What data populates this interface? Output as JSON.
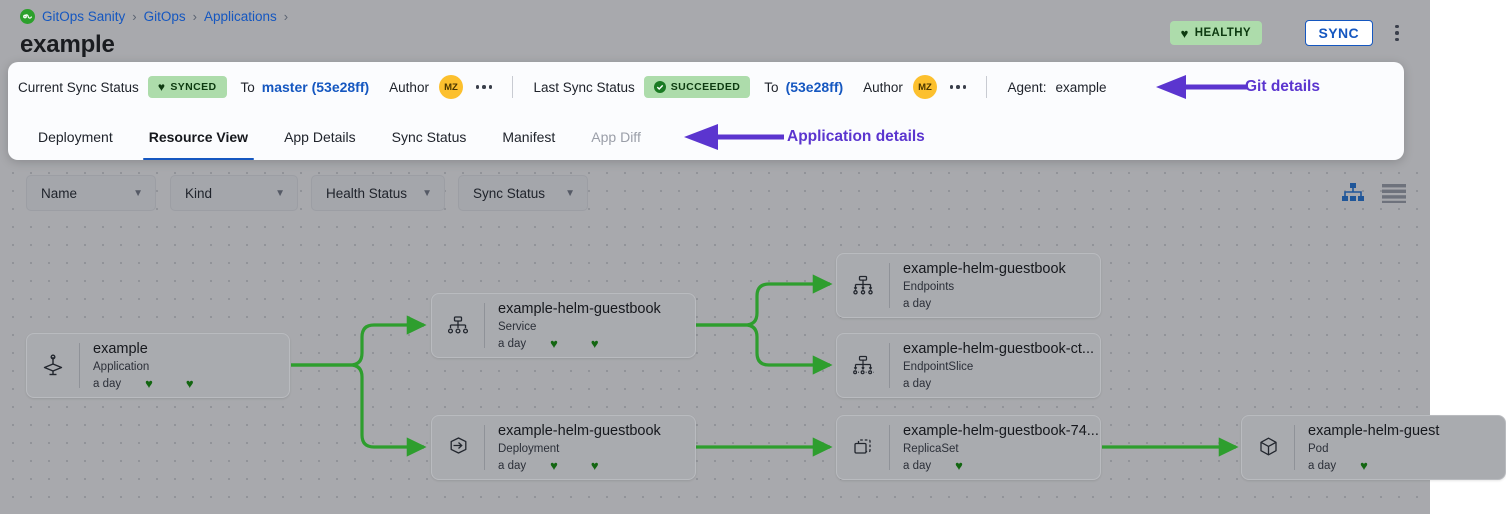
{
  "header": {
    "breadcrumb": [
      {
        "label": "GitOps Sanity",
        "icon": "gitops-logo-icon"
      },
      {
        "label": "GitOps"
      },
      {
        "label": "Applications"
      }
    ],
    "title": "example",
    "health_badge": {
      "label": "HEALTHY",
      "icon": "heart-icon",
      "bg": "#addcab",
      "fg": "#0d3a10"
    },
    "sync_button": "SYNC",
    "kebab_menu": "more-options"
  },
  "sync_bar": {
    "current": {
      "label": "Current Sync Status",
      "status": "SYNCED",
      "status_icon": "heart-icon",
      "to_label": "To",
      "revision": "master (53e28ff)",
      "author_label": "Author",
      "author_initials": "MZ",
      "more": "..."
    },
    "last": {
      "label": "Last Sync Status",
      "status": "SUCCEEDED",
      "status_icon": "check-circle-icon",
      "to_label": "To",
      "revision": "(53e28ff)",
      "author_label": "Author",
      "author_initials": "MZ",
      "more": "..."
    },
    "agent": {
      "label": "Agent:",
      "value": "example"
    }
  },
  "tabs": [
    {
      "label": "Deployment",
      "state": "normal"
    },
    {
      "label": "Resource View",
      "state": "active"
    },
    {
      "label": "App Details",
      "state": "normal"
    },
    {
      "label": "Sync Status",
      "state": "normal"
    },
    {
      "label": "Manifest",
      "state": "normal"
    },
    {
      "label": "App Diff",
      "state": "disabled"
    }
  ],
  "annotations": [
    {
      "name": "git-details",
      "label": "Git details",
      "color": "#5b35cf"
    },
    {
      "name": "application-details",
      "label": "Application details",
      "color": "#5b35cf"
    }
  ],
  "filters": [
    {
      "label": "Name",
      "name": "filter-name"
    },
    {
      "label": "Kind",
      "name": "filter-kind"
    },
    {
      "label": "Health Status",
      "name": "filter-health-status"
    },
    {
      "label": "Sync Status",
      "name": "filter-sync-status"
    }
  ],
  "view_toggle": {
    "tree": {
      "name": "tree-view-icon",
      "active": true,
      "color": "#1f5699"
    },
    "list": {
      "name": "list-view-icon",
      "active": false,
      "color": "#6e727c"
    }
  },
  "graph": {
    "nodes": [
      {
        "id": "app",
        "name": "example",
        "kind": "Application",
        "age": "a day",
        "icon": "application-icon",
        "hearts": 2
      },
      {
        "id": "svc",
        "name": "example-helm-guestbook",
        "kind": "Service",
        "age": "a day",
        "icon": "service-icon",
        "hearts": 2
      },
      {
        "id": "ep",
        "name": "example-helm-guestbook",
        "kind": "Endpoints",
        "age": "a day",
        "icon": "endpoints-icon",
        "hearts": 0
      },
      {
        "id": "eps",
        "name": "example-helm-guestbook-ct...",
        "kind": "EndpointSlice",
        "age": "a day",
        "icon": "endpointslice-icon",
        "hearts": 0
      },
      {
        "id": "deploy",
        "name": "example-helm-guestbook",
        "kind": "Deployment",
        "age": "a day",
        "icon": "deployment-icon",
        "hearts": 2
      },
      {
        "id": "rs",
        "name": "example-helm-guestbook-74...",
        "kind": "ReplicaSet",
        "age": "a day",
        "icon": "replicaset-icon",
        "hearts": 1
      },
      {
        "id": "pod",
        "name": "example-helm-guest",
        "kind": "Pod",
        "age": "a day",
        "icon": "pod-icon",
        "hearts": 1
      }
    ],
    "edge_color": "#2e9e2e"
  }
}
